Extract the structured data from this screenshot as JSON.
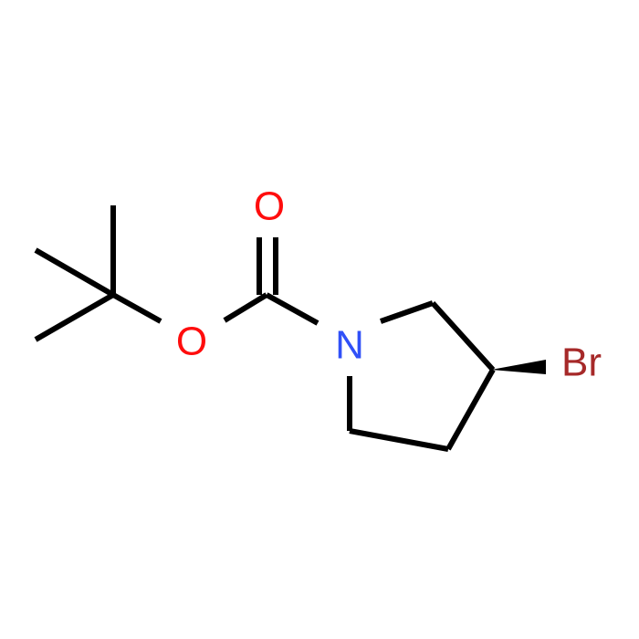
{
  "molecule": {
    "atoms": {
      "oxygen_carbonyl": {
        "label": "O",
        "color": "#ff0d0d"
      },
      "oxygen_ester": {
        "label": "O",
        "color": "#ff0d0d"
      },
      "nitrogen": {
        "label": "N",
        "color": "#3050f8"
      },
      "bromine": {
        "label": "Br",
        "color": "#a62929"
      }
    },
    "bond_color": "#000000",
    "stereo_bond": "wedge"
  }
}
